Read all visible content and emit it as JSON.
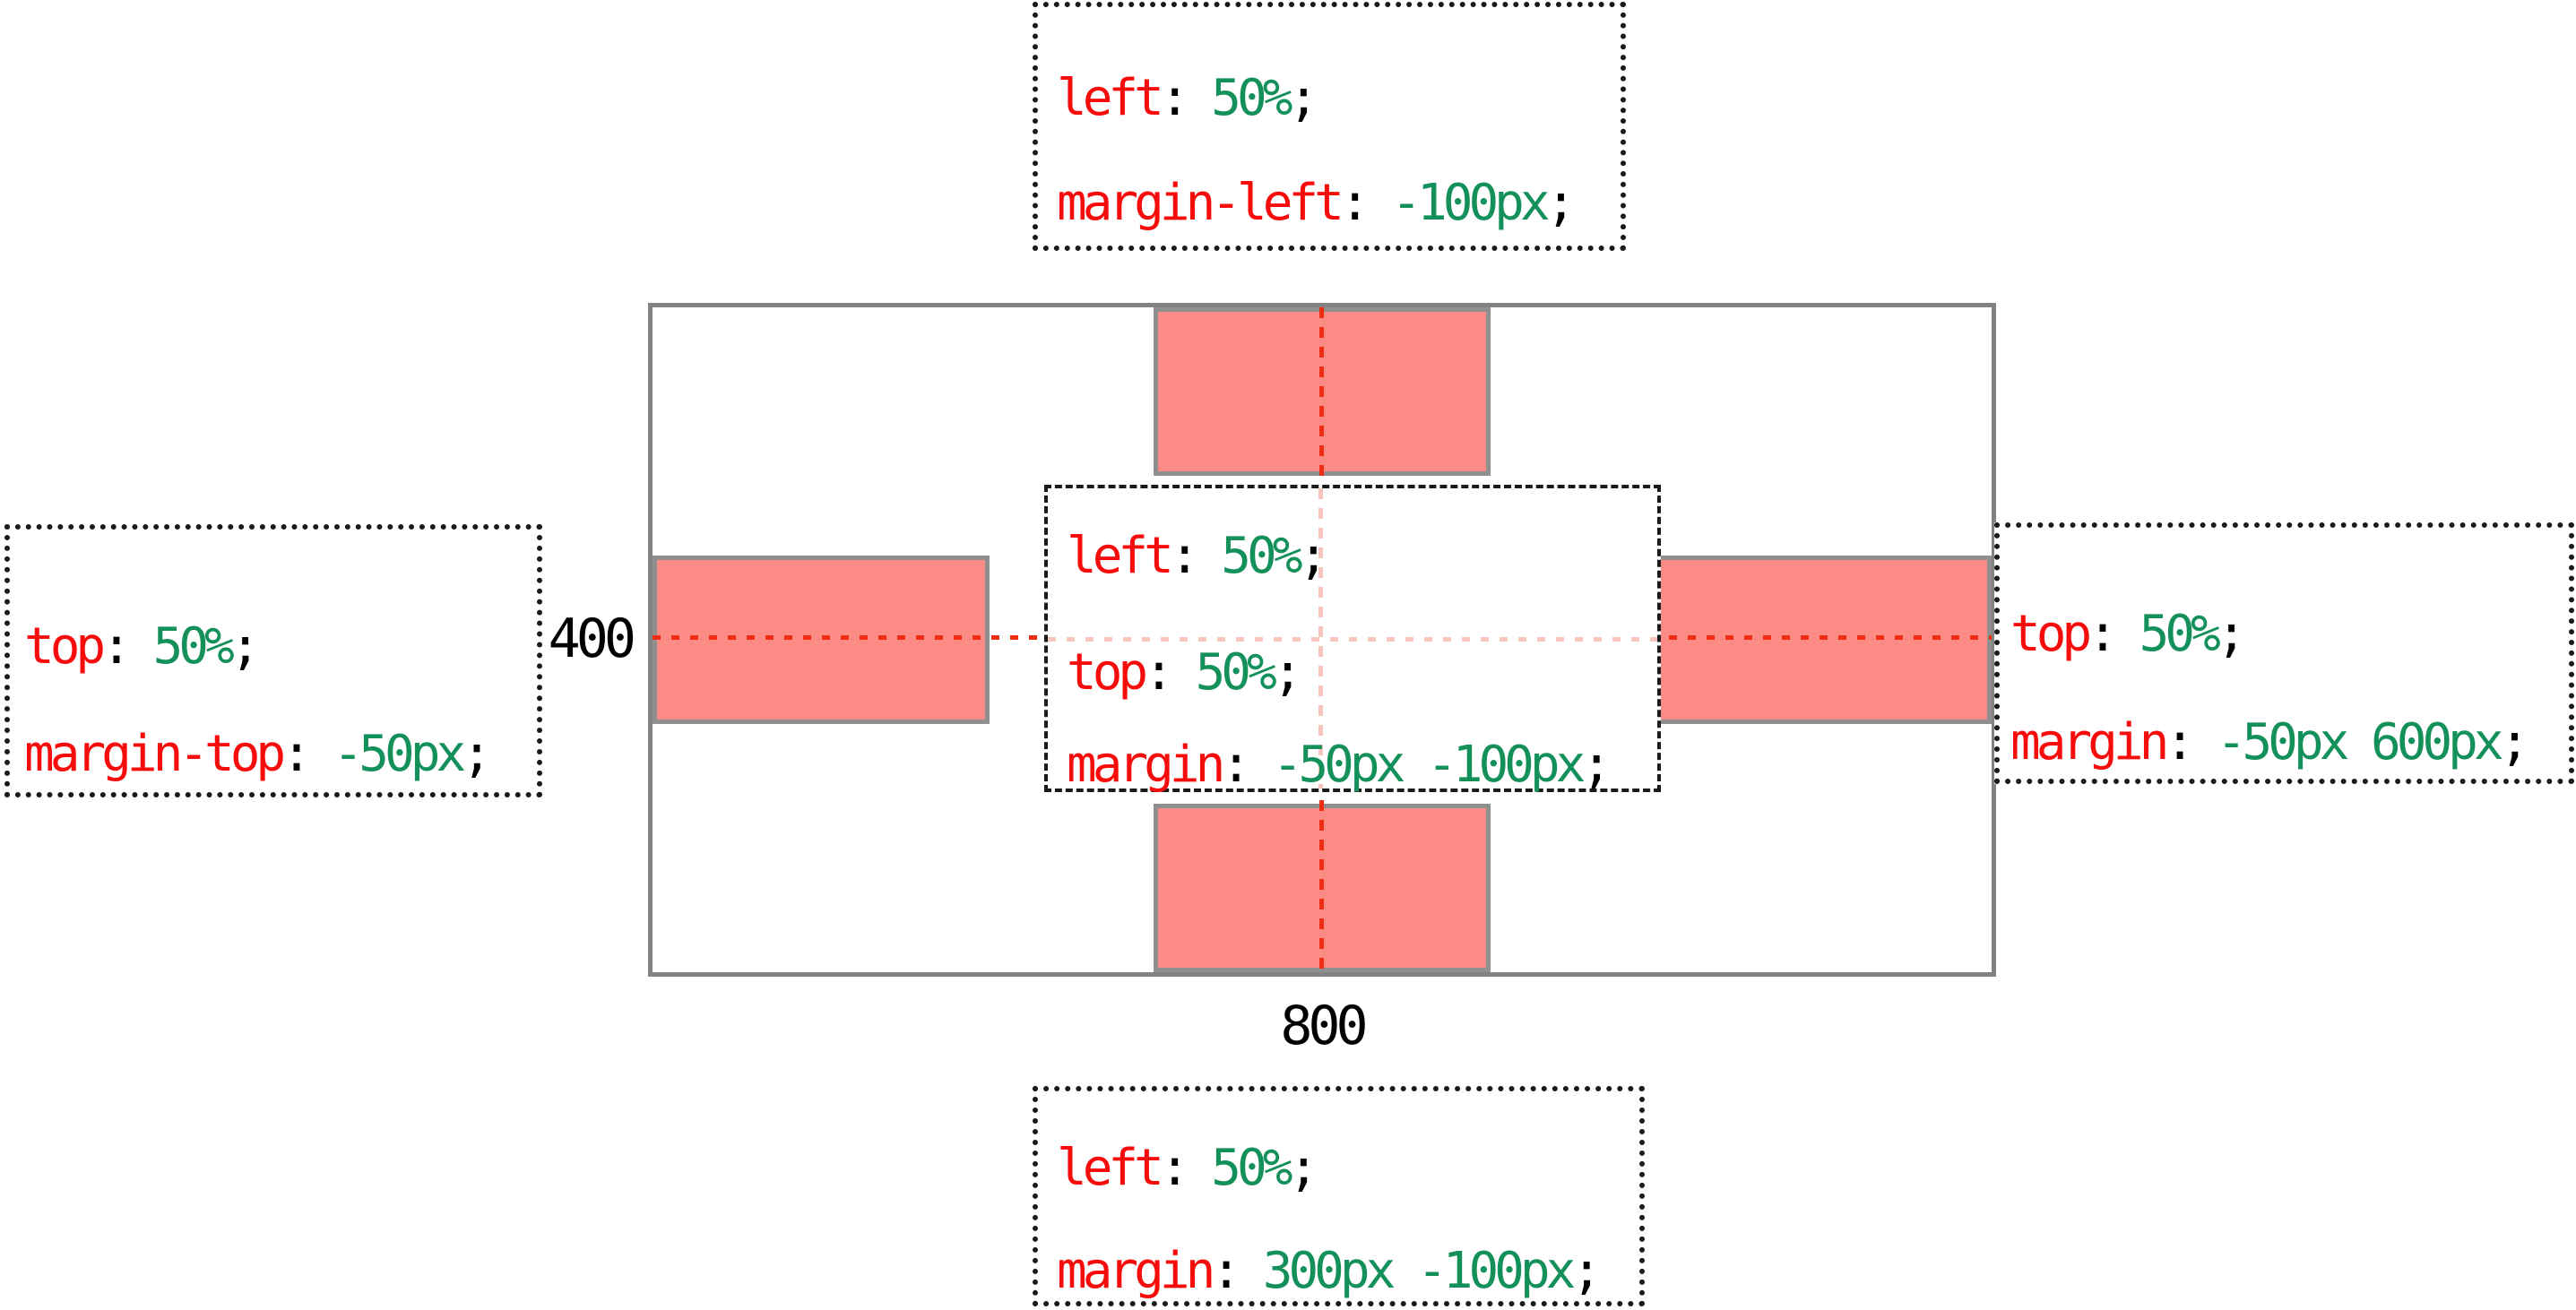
{
  "labels": {
    "container_height": "400",
    "container_width": "800"
  },
  "colors": {
    "prop": "#f70c0c",
    "punct": "#000000",
    "val": "#14905a",
    "box-fill": "#fc8b85",
    "box-border": "#8f8f8f",
    "container-border": "#828282",
    "guide": "#ee2d12",
    "guide-faint": "#f9c6bd",
    "callout-border": "#1a1a1a"
  },
  "callouts": {
    "top": {
      "lines": [
        [
          [
            "property",
            "left"
          ],
          [
            "punct",
            ": "
          ],
          [
            "value",
            "50%"
          ],
          [
            "punct",
            ";"
          ]
        ],
        [
          [
            "property",
            "margin-left"
          ],
          [
            "punct",
            ": "
          ],
          [
            "value",
            "-100px"
          ],
          [
            "punct",
            ";"
          ]
        ]
      ]
    },
    "left": {
      "lines": [
        [
          [
            "property",
            "top"
          ],
          [
            "punct",
            ": "
          ],
          [
            "value",
            "50%"
          ],
          [
            "punct",
            ";"
          ]
        ],
        [
          [
            "property",
            "margin-top"
          ],
          [
            "punct",
            ": "
          ],
          [
            "value",
            "-50px"
          ],
          [
            "punct",
            ";"
          ]
        ]
      ]
    },
    "center": {
      "lines": [
        [
          [
            "property",
            "left"
          ],
          [
            "punct",
            ": "
          ],
          [
            "value",
            "50%"
          ],
          [
            "punct",
            ";"
          ]
        ],
        [
          [
            "property",
            "top"
          ],
          [
            "punct",
            ": "
          ],
          [
            "value",
            "50%"
          ],
          [
            "punct",
            ";"
          ]
        ],
        [
          [
            "property",
            "margin"
          ],
          [
            "punct",
            ": "
          ],
          [
            "value",
            "-50px -100px"
          ],
          [
            "punct",
            ";"
          ]
        ]
      ]
    },
    "right": {
      "lines": [
        [
          [
            "property",
            "top"
          ],
          [
            "punct",
            ": "
          ],
          [
            "value",
            "50%"
          ],
          [
            "punct",
            ";"
          ]
        ],
        [
          [
            "property",
            "margin"
          ],
          [
            "punct",
            ": "
          ],
          [
            "value",
            "-50px 600px"
          ],
          [
            "punct",
            ";"
          ]
        ]
      ]
    },
    "bottom": {
      "lines": [
        [
          [
            "property",
            "left"
          ],
          [
            "punct",
            ": "
          ],
          [
            "value",
            "50%"
          ],
          [
            "punct",
            ";"
          ]
        ],
        [
          [
            "property",
            "margin"
          ],
          [
            "punct",
            ": "
          ],
          [
            "value",
            "300px -100px"
          ],
          [
            "punct",
            ";"
          ]
        ]
      ]
    }
  }
}
